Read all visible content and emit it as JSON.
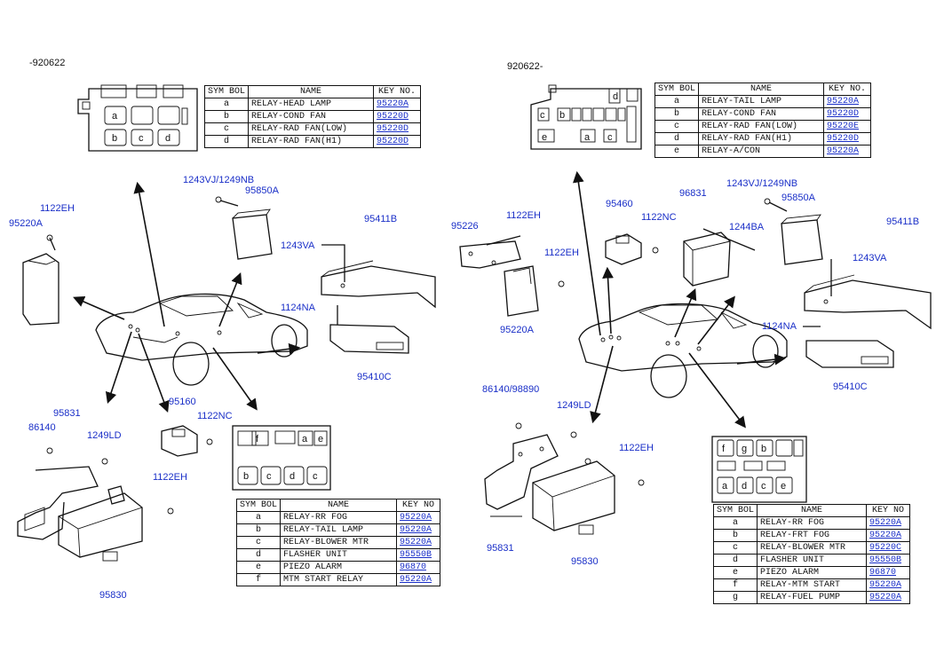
{
  "left": {
    "date_range": "-920622",
    "table": {
      "headers": {
        "sym": "SYM BOL",
        "name": "NAME",
        "key": "KEY NO."
      },
      "rows": [
        {
          "sym": "a",
          "name": "RELAY-HEAD LAMP",
          "key": "95220A"
        },
        {
          "sym": "b",
          "name": "RELAY-COND FAN",
          "key": "95220D"
        },
        {
          "sym": "c",
          "name": "RELAY-RAD FAN(LOW)",
          "key": "95220D"
        },
        {
          "sym": "d",
          "name": "RELAY-RAD FAN(H1)",
          "key": "95220D"
        }
      ]
    },
    "table2": {
      "headers": {
        "sym": "SYM BOL",
        "name": "NAME",
        "key": "KEY NO"
      },
      "rows": [
        {
          "sym": "a",
          "name": "RELAY-RR FOG",
          "key": "95220A"
        },
        {
          "sym": "b",
          "name": "RELAY-TAIL LAMP",
          "key": "95220A"
        },
        {
          "sym": "c",
          "name": "RELAY-BLOWER MTR",
          "key": "95220A"
        },
        {
          "sym": "d",
          "name": "FLASHER UNIT",
          "key": "95550B"
        },
        {
          "sym": "e",
          "name": "PIEZO ALARM",
          "key": "96870"
        },
        {
          "sym": "f",
          "name": "MTM START RELAY",
          "key": "95220A"
        }
      ]
    },
    "labels": {
      "p1243vj": "1243VJ/1249NB",
      "p95850a": "95850A",
      "p95411b": "95411B",
      "p1243va": "1243VA",
      "p1124na": "1124NA",
      "p95410c": "95410C",
      "p1122eh": "1122EH",
      "p95220a": "95220A",
      "p95160": "95160",
      "p1122nc": "1122NC",
      "p95831": "95831",
      "p86140": "86140",
      "p1249ld": "1249LD",
      "p1122eh_b": "1122EH",
      "p95830": "95830"
    },
    "panel_box_letters": [
      "a",
      "b",
      "c",
      "d"
    ],
    "panel_box2_letters": [
      "f",
      "a",
      "e",
      "b",
      "c",
      "d",
      "c"
    ]
  },
  "right": {
    "date_range": "920622-",
    "table": {
      "headers": {
        "sym": "SYM BOL",
        "name": "NAME",
        "key": "KEY NO."
      },
      "rows": [
        {
          "sym": "a",
          "name": "RELAY-TAIL LAMP",
          "key": "95220A"
        },
        {
          "sym": "b",
          "name": "RELAY-COND FAN",
          "key": "95220D"
        },
        {
          "sym": "c",
          "name": "RELAY-RAD FAN(LOW)",
          "key": "95220E"
        },
        {
          "sym": "d",
          "name": "RELAY-RAD FAN(H1)",
          "key": "95220D"
        },
        {
          "sym": "e",
          "name": "RELAY-A/CON",
          "key": "95220A"
        }
      ]
    },
    "table2": {
      "headers": {
        "sym": "SYM BOL",
        "name": "NAME",
        "key": "KEY NO"
      },
      "rows": [
        {
          "sym": "a",
          "name": "RELAY-RR FOG",
          "key": "95220A"
        },
        {
          "sym": "b",
          "name": "RELAY-FRT FOG",
          "key": "95220A"
        },
        {
          "sym": "c",
          "name": "RELAY-BLOWER MTR",
          "key": "95220C"
        },
        {
          "sym": "d",
          "name": "FLASHER UNIT",
          "key": "95550B"
        },
        {
          "sym": "e",
          "name": "PIEZO ALARM",
          "key": "96870"
        },
        {
          "sym": "f",
          "name": "RELAY-MTM START",
          "key": "95220A"
        },
        {
          "sym": "g",
          "name": "RELAY-FUEL PUMP",
          "key": "95220A"
        }
      ]
    },
    "labels": {
      "p95226": "95226",
      "p1122eh": "1122EH",
      "p1122eh_b": "1122EH",
      "p95220a": "95220A",
      "p95460": "95460",
      "p1122nc": "1122NC",
      "p96831": "96831",
      "p1244ba": "1244BA",
      "p1243vj": "1243VJ/1249NB",
      "p95850a": "95850A",
      "p95411b": "95411B",
      "p1243va": "1243VA",
      "p1124na": "1124NA",
      "p95410c": "95410C",
      "p86140": "86140/98890",
      "p1249ld": "1249LD",
      "p1122eh_c": "1122EH",
      "p95831": "95831",
      "p95830": "95830"
    },
    "panel_box_letters": [
      "d",
      "c",
      "b",
      "e",
      "a",
      "c"
    ],
    "panel_box2_letters": [
      "f",
      "g",
      "b",
      "a",
      "d",
      "c",
      "e"
    ]
  },
  "colors": {
    "part_number": "#1a2fc8",
    "line": "#111111"
  }
}
